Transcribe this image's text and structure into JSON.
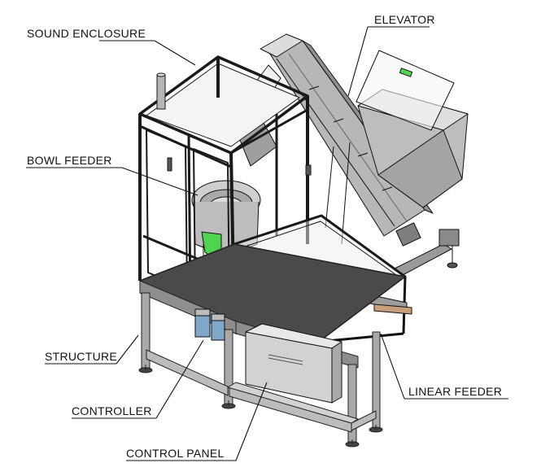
{
  "diagram": {
    "labels": {
      "sound_enclosure": "SOUND ENCLOSURE",
      "elevator": "ELEVATOR",
      "bowl_feeder": "BOWL FEEDER",
      "structure": "STRUCTURE",
      "linear_feeder": "LINEAR FEEDER",
      "controller": "CONTROLLER",
      "control_panel": "CONTROL PANEL"
    },
    "colors": {
      "line": "#111111",
      "frame": "#2a2a2a",
      "steel": "#9a9a9a",
      "steel_light": "#c9c9c9",
      "steel_dark": "#6e6e6e",
      "guard_fill": "#e6e6e6",
      "bowl_part": "#4fd44f",
      "controller_blue": "#7fa7c8"
    }
  }
}
